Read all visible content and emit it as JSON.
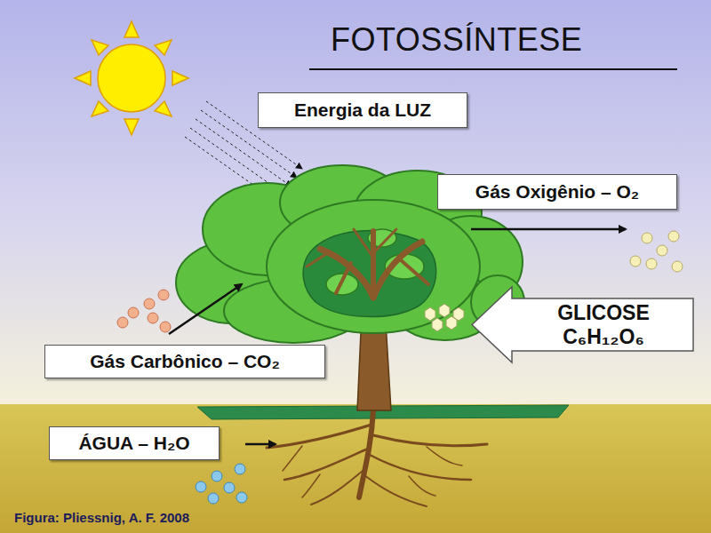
{
  "diagram": {
    "title": "FOTOSSÍNTESE",
    "caption": "Figura: Pliessnig, A. F. 2008",
    "nodes": [
      {
        "text": [
          "Energia da LUZ"
        ]
      },
      {
        "text": [
          "Gás Oxigênio – O₂"
        ]
      },
      {
        "text": [
          "GLICOSE",
          "C₆H₁₂O₆"
        ]
      },
      {
        "text": [
          "Gás Carbônico – CO₂"
        ]
      },
      {
        "text": [
          "ÁGUA – H₂O"
        ]
      }
    ]
  }
}
